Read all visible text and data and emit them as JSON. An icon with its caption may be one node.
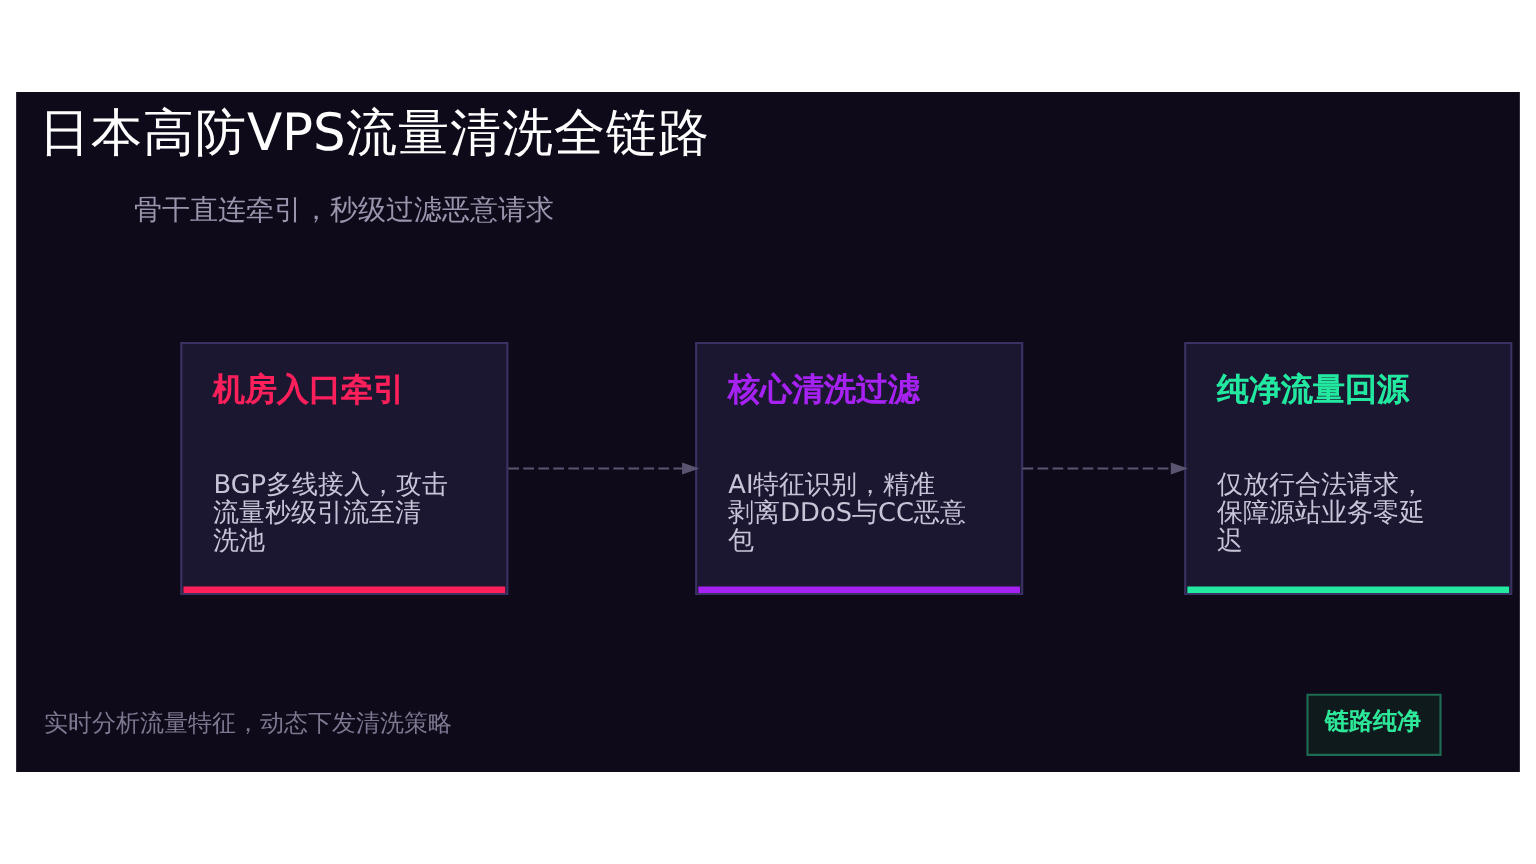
{
  "diagram": {
    "title": "日本高防VPS流量清洗全链路",
    "nodes": [
      {
        "text": [
          "机房入口牵引",
          "BGP多线接入，攻击流量秒级引流至清洗池"
        ]
      },
      {
        "text": [
          "核心清洗过滤",
          "AI特征识别，精准剥离DDoS与CC恶意包"
        ]
      },
      {
        "text": [
          "纯净流量回源",
          "仅放行合法请求，保障源站业务零延迟"
        ]
      },
      {
        "text": [
          "链路纯净"
        ]
      }
    ],
    "edges": [
      {
        "from": 0,
        "to": 1,
        "arrow": "to",
        "style": "dashed"
      },
      {
        "from": 1,
        "to": 2,
        "arrow": "to",
        "style": "dashed"
      }
    ],
    "labels": [
      "骨干直连牵引，秒级过滤恶意请求",
      "实时分析流量特征，动态下发清洗策略"
    ]
  }
}
